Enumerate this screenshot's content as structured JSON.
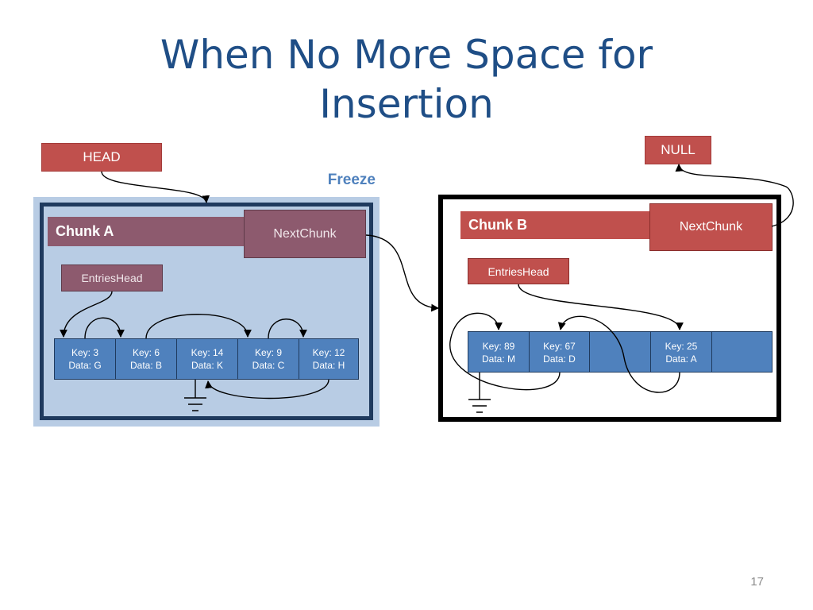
{
  "slide": {
    "title_line1": "When No More Space for",
    "title_line2": "Insertion",
    "page_number": "17"
  },
  "labels": {
    "head": "HEAD",
    "null": "NULL",
    "freeze": "Freeze"
  },
  "chunk_a": {
    "name": "Chunk A",
    "next_chunk": "NextChunk",
    "entries_head": "EntriesHead",
    "entries": [
      {
        "key": "Key: 3",
        "data": "Data: G"
      },
      {
        "key": "Key: 6",
        "data": "Data: B"
      },
      {
        "key": "Key: 14",
        "data": "Data: K"
      },
      {
        "key": "Key: 9",
        "data": "Data: C"
      },
      {
        "key": "Key: 12",
        "data": "Data: H"
      }
    ]
  },
  "chunk_b": {
    "name": "Chunk B",
    "next_chunk": "NextChunk",
    "entries_head": "EntriesHead",
    "entries": [
      {
        "key": "Key: 89",
        "data": "Data: M"
      },
      {
        "key": "Key: 67",
        "data": "Data: D"
      },
      {
        "key": "",
        "data": ""
      },
      {
        "key": "Key: 25",
        "data": "Data: A"
      },
      {
        "key": "",
        "data": ""
      }
    ]
  },
  "colors": {
    "title": "#1f4e86",
    "red_box": "#c0504d",
    "frozen_box": "#8d5a6e",
    "frozen_bg": "#b8cce4",
    "entry_cell": "#4f81bd",
    "freeze_label": "#4f81bd"
  }
}
